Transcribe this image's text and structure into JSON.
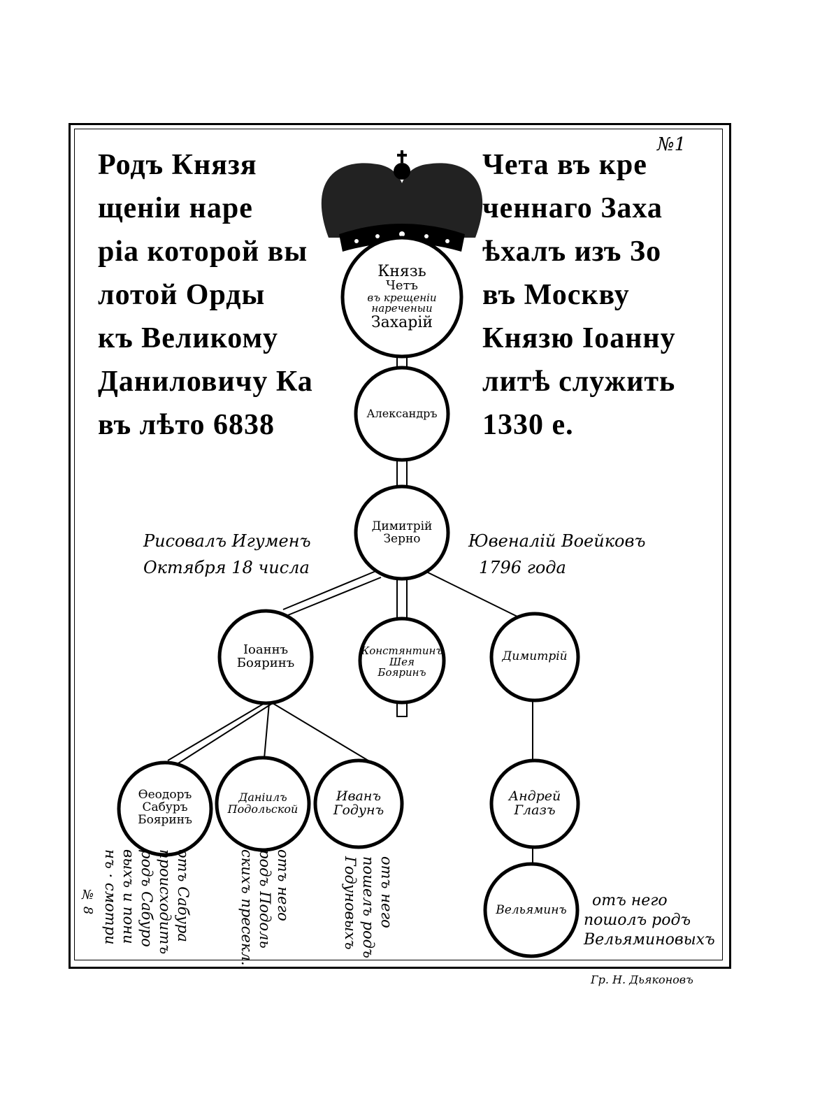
{
  "plate_number": "№1",
  "title_left": [
    "Родъ Князя",
    "щенiи наре",
    "рiа которой вы",
    "лотой Орды",
    "къ Великому",
    "Даниловичу Ка",
    "въ лѣто 6838"
  ],
  "title_right": [
    "Чета въ кре",
    "ченнаго Заха",
    "ѣхалъ изъ Зо",
    "въ Москву",
    "Князю Iоанну",
    "литѣ служить",
    "1330 е."
  ],
  "root": {
    "lines": [
      "Князь",
      "Четъ",
      "въ крещенiи",
      "нареченыи",
      "Захарiй"
    ]
  },
  "nodes": {
    "alexander": [
      "Александръ"
    ],
    "dimitry_zerno": [
      "Димитрiй",
      "Зерно"
    ],
    "ioann": [
      "Iоаннъ",
      "Бояринъ"
    ],
    "konstantin": [
      "Констянтинъ",
      "Шея",
      "Бояринъ"
    ],
    "dimitry": [
      "Димитрiй"
    ],
    "feodor": [
      "Ѳеодоръ",
      "Сабуръ",
      "Бояринъ"
    ],
    "daniil": [
      "Данiилъ",
      "Подольской"
    ],
    "ivan": [
      "Иванъ",
      "Годунъ"
    ],
    "andrey": [
      "Андрей",
      "Глазъ"
    ],
    "velyamin": [
      "Вельяминъ"
    ]
  },
  "signature": {
    "left": [
      "Рисовалъ Игуменъ",
      "Октября 18 числа"
    ],
    "right": [
      "Ювеналiй Воейковъ",
      "1796 года"
    ]
  },
  "notes": {
    "feodor": [
      "отъ Сабура",
      "происходитъ",
      "родъ Сабуро",
      "выхъ и пони",
      "нъ · смотри"
    ],
    "feodor_ref": "№ 8",
    "daniil": [
      "отъ него",
      "родъ Подоль",
      "скихъ пресекл."
    ],
    "ivan": [
      "отъ него",
      "пошелъ родъ",
      "Годуновыхъ"
    ],
    "velyamin": [
      "отъ него",
      "пошолъ родъ",
      "Вельяминовыхъ"
    ]
  },
  "engraver": "Гр. Н. Дьяконовъ"
}
